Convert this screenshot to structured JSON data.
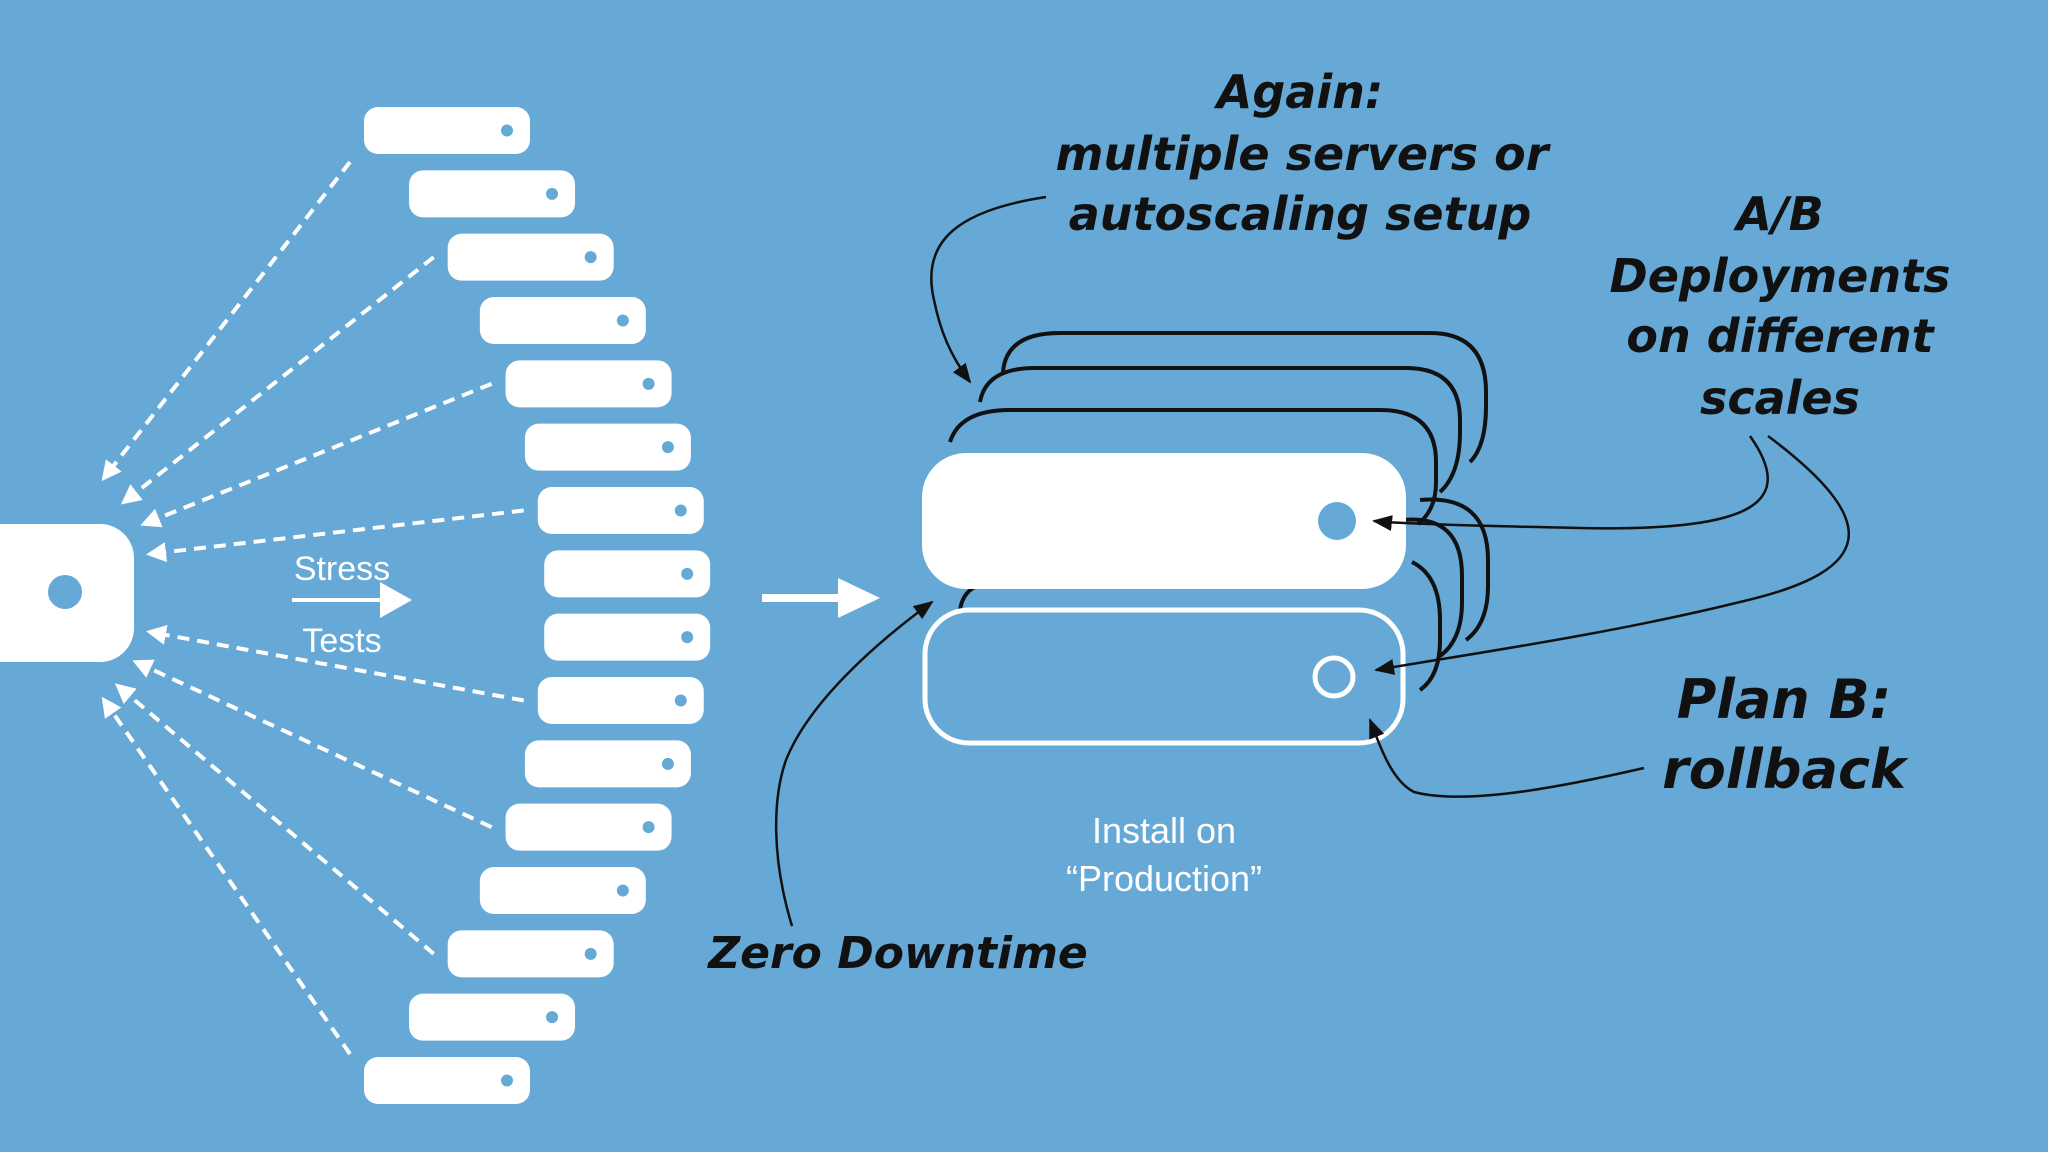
{
  "colors": {
    "background": "#66a8d6",
    "white": "#ffffff",
    "ink": "#111111"
  },
  "labels": {
    "stress": "Stress",
    "tests": "Tests",
    "install_line1": "Install on",
    "install_line2": "“Production”",
    "again_line1": "Again:",
    "again_line2": "multiple servers or",
    "again_line3": "autoscaling setup",
    "ab_line1": "A/B",
    "ab_line2": "Deployments",
    "ab_line3": "on different",
    "ab_line4": "scales",
    "planb_line1": "Plan B:",
    "planb_line2": "rollback",
    "zero_downtime": "Zero Downtime"
  },
  "stress_servers_count": 16,
  "icons": {
    "source_node": "server-icon",
    "stress_arrow": "arrow-right-icon",
    "deploy_arrow": "arrow-right-icon"
  }
}
